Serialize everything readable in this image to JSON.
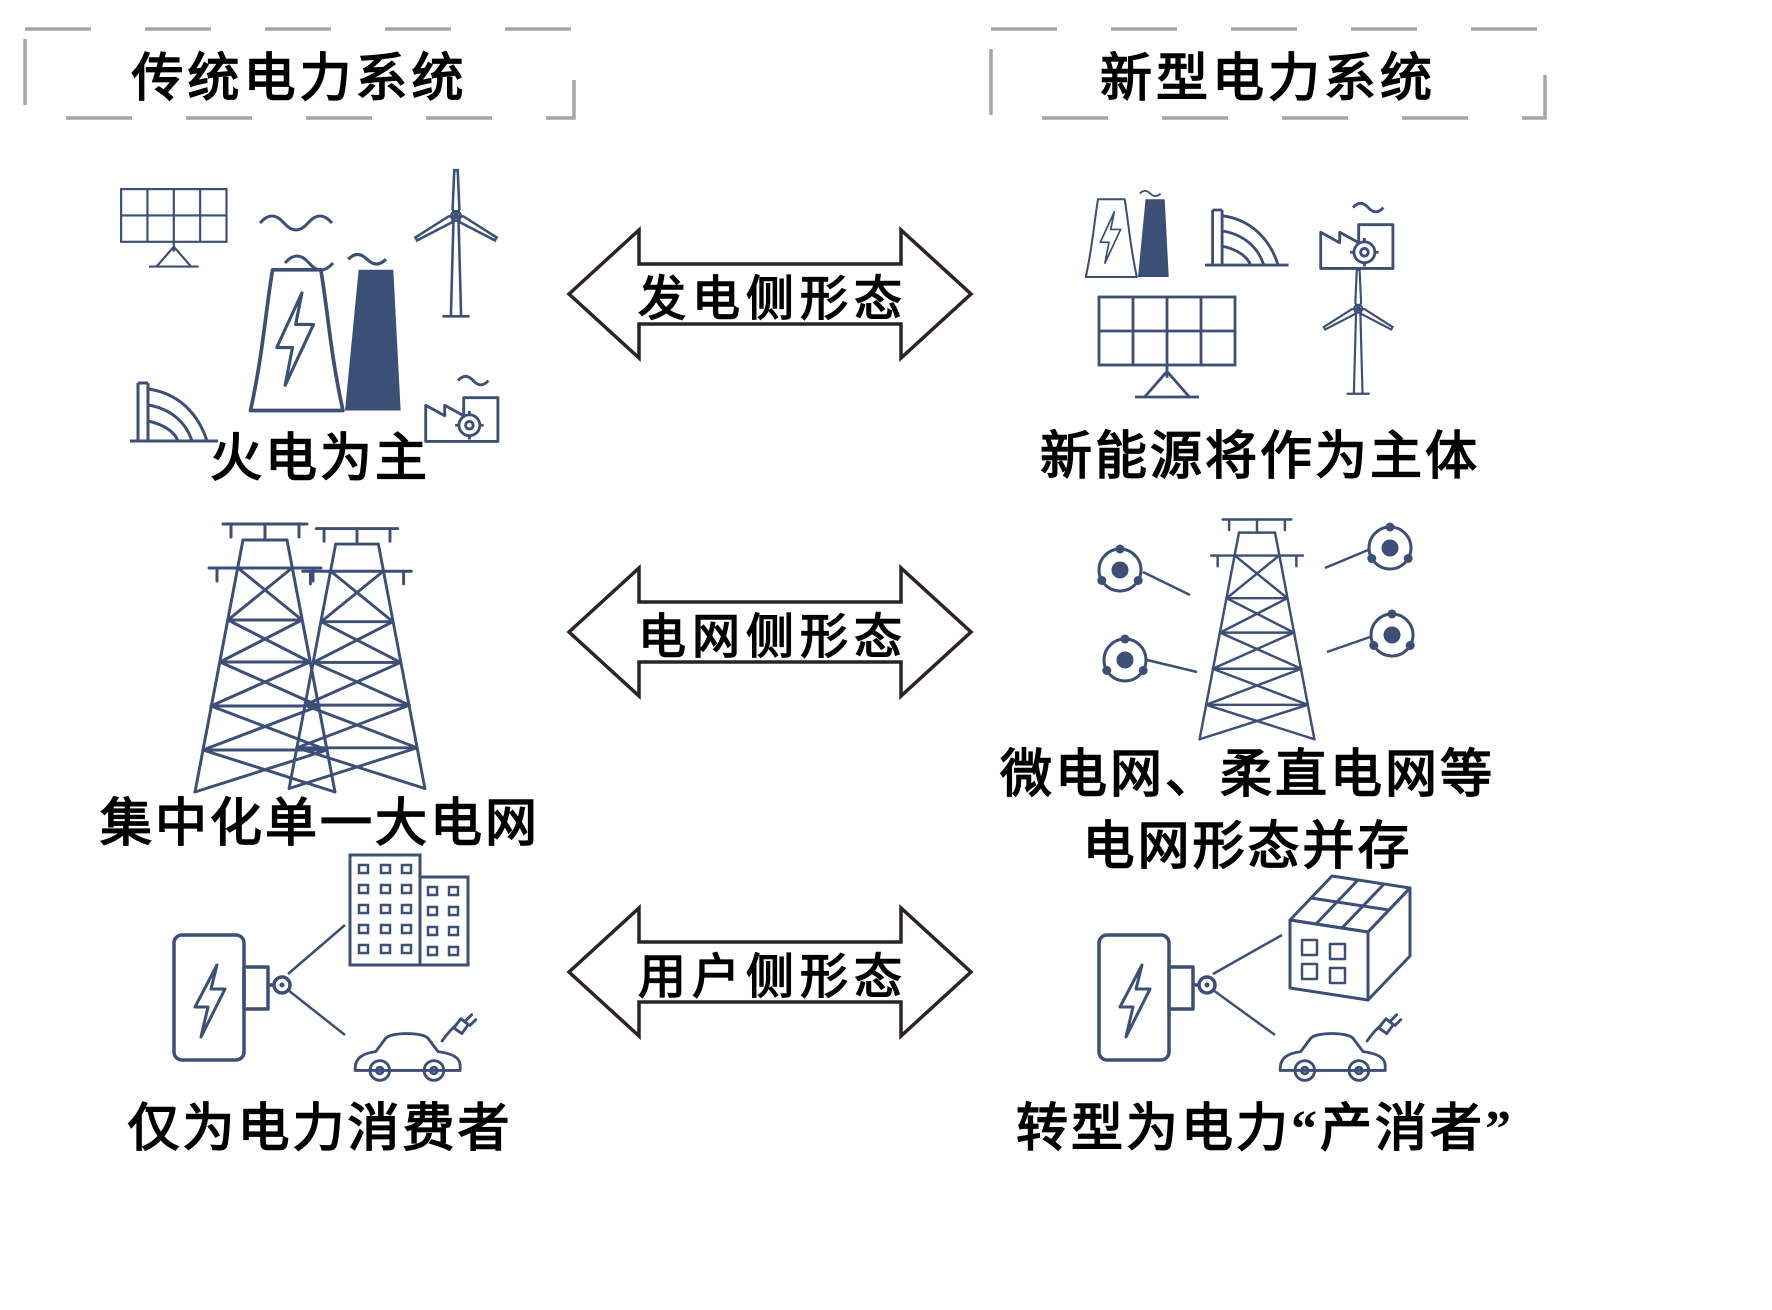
{
  "background": "#ffffff",
  "palette": {
    "icon_stroke": "#3c4f76",
    "icon_fill": "#3c4f76",
    "arrow_outline": "#2b2326",
    "arrow_fill": "#ffffff",
    "bracket_dash": "#a6a6a6",
    "text": "#000000"
  },
  "header": {
    "left_title": "传统电力系统",
    "right_title": "新型电力系统"
  },
  "rows": [
    {
      "id": "generation",
      "arrow_label": "发电侧形态",
      "left_caption": "火电为主",
      "right_caption": "新能源将作为主体",
      "left_icons": [
        "solar-panel",
        "smoke-squiggle",
        "thermal-plant",
        "wind-turbine",
        "hydro-dam",
        "factory"
      ],
      "right_icons": [
        "thermal-plant",
        "hydro-dam",
        "factory",
        "solar-panel",
        "wind-turbine"
      ]
    },
    {
      "id": "grid",
      "arrow_label": "电网侧形态",
      "left_caption": "集中化单一大电网",
      "right_caption_line1": "微电网、柔直电网等",
      "right_caption_line2": "电网形态并存",
      "left_icons": [
        "transmission-tower",
        "transmission-tower"
      ],
      "right_icons": [
        "microgrid-node",
        "microgrid-node",
        "transmission-tower",
        "microgrid-node",
        "microgrid-node"
      ]
    },
    {
      "id": "user",
      "arrow_label": "用户侧形态",
      "left_caption": "仅为电力消费者",
      "right_caption": "转型为电力“产消者”",
      "left_icons": [
        "ev-charger",
        "office-building",
        "electric-car"
      ],
      "right_icons": [
        "ev-charger",
        "solar-storage-cube",
        "electric-car"
      ]
    }
  ]
}
